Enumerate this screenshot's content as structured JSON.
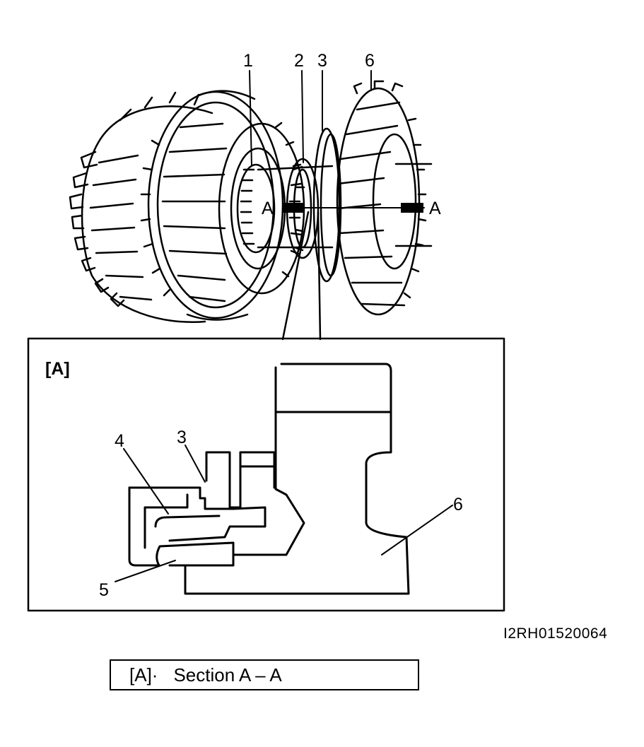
{
  "labels": {
    "part1": "1",
    "part2": "2",
    "part3": "3",
    "part6": "6",
    "section_left": "A",
    "section_right": "A",
    "detail_tag": "[A]",
    "detail_part4": "4",
    "detail_part3": "3",
    "detail_part5": "5",
    "detail_part6": "6"
  },
  "figure_code": "I2RH01520064",
  "legend": {
    "key": "[A]·",
    "value": "Section A – A"
  }
}
